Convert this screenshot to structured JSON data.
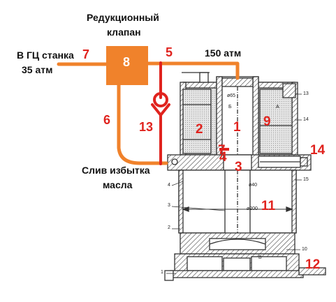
{
  "texts": {
    "reducer_title_1": "Редукционный",
    "reducer_title_2": "клапан",
    "inlet_line1": "В ГЦ станка",
    "inlet_line2": "35 атм",
    "pressure_150": "150 атм",
    "drain_line1": "Слив избытка",
    "drain_line2": "масла"
  },
  "red_labels": {
    "n1": "1",
    "n2": "2",
    "n3": "3",
    "n4": "4",
    "n5": "5",
    "n6": "6",
    "n7": "7",
    "n7b": "7",
    "n8": "8",
    "n9": "9",
    "n11": "11",
    "n12": "12",
    "n13": "13",
    "n14": "14"
  },
  "drawing_labels": {
    "d1": "1",
    "d2": "2",
    "d3": "3",
    "d4": "4",
    "d10": "10",
    "d13": "13",
    "d14": "14",
    "d15": "15",
    "dia65": "ø65",
    "dia40": "ø40",
    "dia200": "ø200",
    "a": "A",
    "b": "Б",
    "v": "В"
  },
  "colors": {
    "orange": "#f0822b",
    "red": "#e0231e",
    "oil": "#cfcfcf",
    "steel": "#333333"
  }
}
